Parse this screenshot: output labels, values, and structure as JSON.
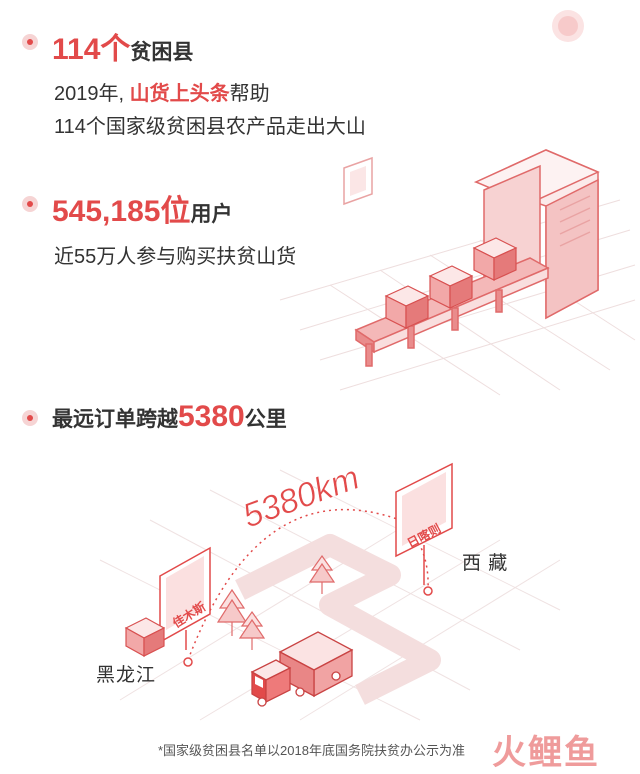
{
  "section1": {
    "number": "114个",
    "title": "贫困县",
    "line1_pre": "2019年,",
    "line1_highlight": "山货上头条",
    "line1_post": "帮助",
    "line2": "114个国家级贫困县农产品走出大山"
  },
  "section2": {
    "number": "545,185位",
    "title": "用户",
    "line1": "近55万人参与购买扶贫山货"
  },
  "section3": {
    "title_pre": "最远订单跨越",
    "number": "5380",
    "title_post": "公里"
  },
  "map": {
    "distance": "5380km",
    "origin": "黑龙江",
    "destination": "西 藏",
    "origin_sign": "佳木斯",
    "destination_sign": "日喀则"
  },
  "footnote": "*国家级贫困县名单以2018年底国务院扶贫办公示为准",
  "logo": "火鲤鱼",
  "colors": {
    "accent": "#e24a4a",
    "light": "#f6d4d4"
  }
}
